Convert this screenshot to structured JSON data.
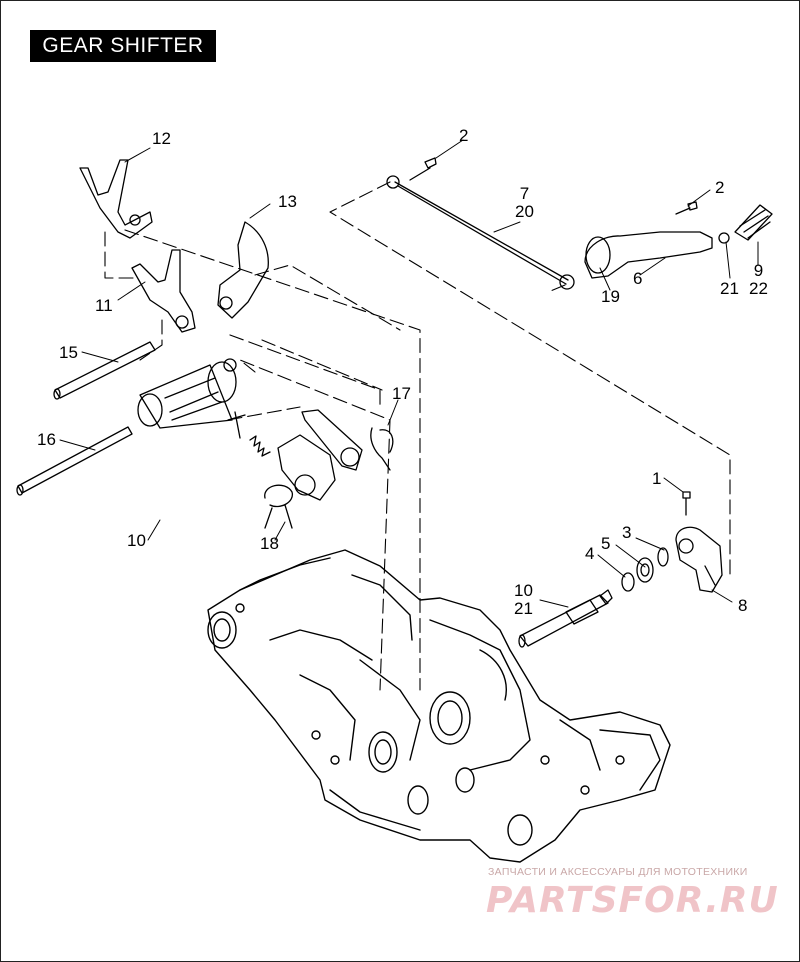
{
  "title": "GEAR SHIFTER",
  "callouts": {
    "c1": "1",
    "c2a": "2",
    "c2b": "2",
    "c3": "3",
    "c4": "4",
    "c5": "5",
    "c6": "6",
    "c7": "7",
    "c20": "20",
    "c8": "8",
    "c9": "9",
    "c22": "22",
    "c10a": "10",
    "c10b": "10",
    "c21b": "21",
    "c11": "11",
    "c12": "12",
    "c13": "13",
    "c15": "15",
    "c16": "16",
    "c17": "17",
    "c18": "18",
    "c19": "19",
    "c21a": "21"
  },
  "watermark": {
    "caption": "ЗАПЧАСТИ И АКСЕССУАРЫ ДЛЯ МОТОТЕХНИКИ",
    "logo": "PARTSFOR.RU"
  },
  "colors": {
    "line": "#000000",
    "title_bg": "#000000",
    "title_fg": "#ffffff",
    "watermark": "#f0c4c8"
  }
}
